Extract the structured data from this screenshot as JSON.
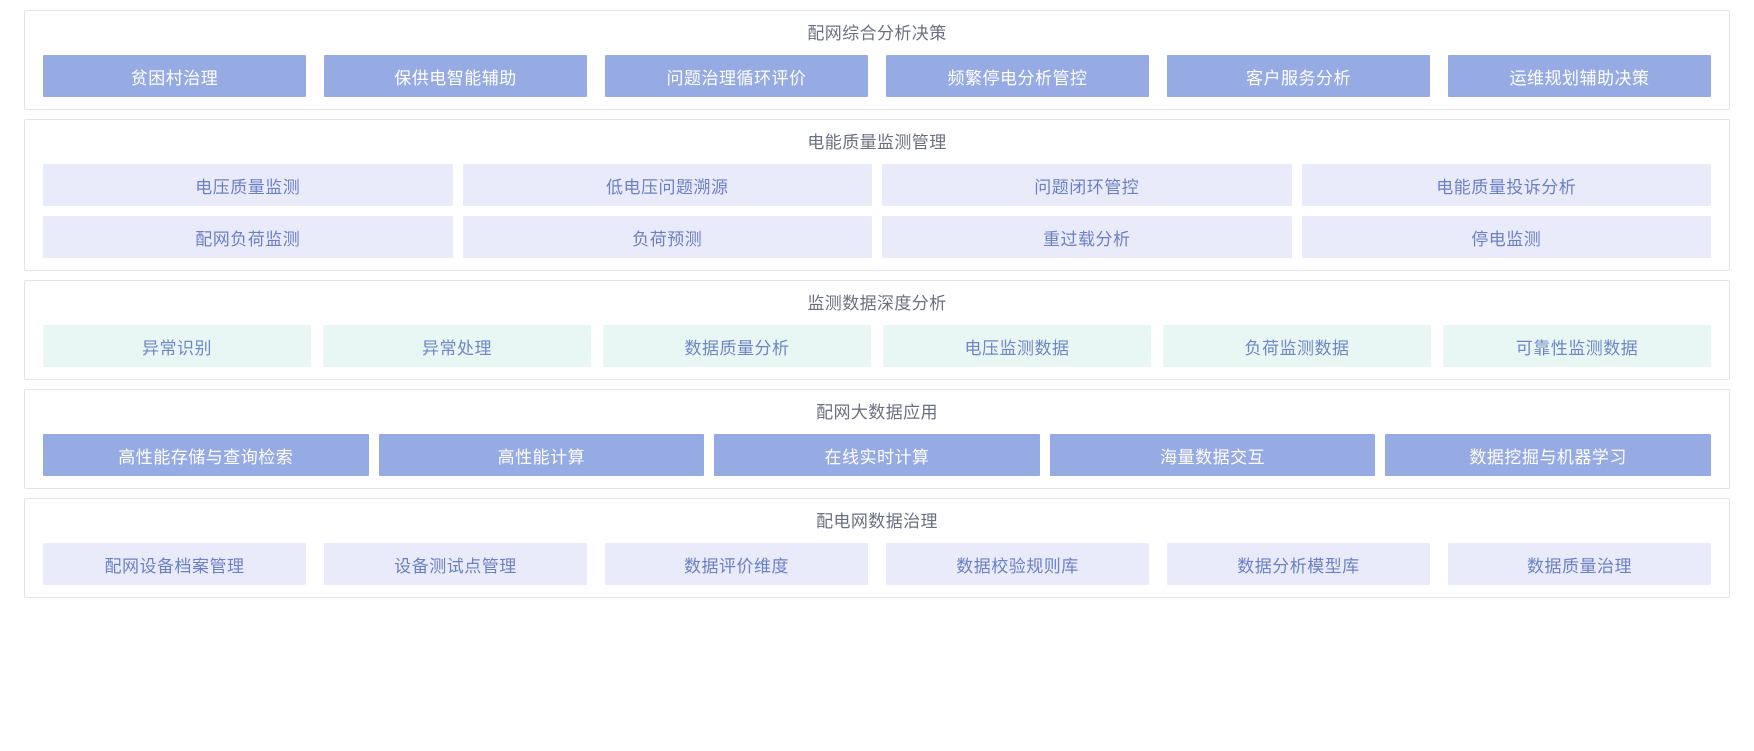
{
  "page": {
    "background": "#ffffff",
    "accent_solid": "#96aae4",
    "accent_lavender": "#e9ebfb",
    "accent_mint": "#e9f7f4",
    "text_on_solid": "#ffffff",
    "text_lavender": "#6b81c4",
    "text_mint": "#6f86c6",
    "title_color": "#6b7080",
    "card_border": "#e2e4e8"
  },
  "cards": [
    {
      "id": "decision",
      "title": "配网综合分析决策",
      "style": "solid",
      "rows": [
        [
          "贫困村治理",
          "保供电智能辅助",
          "问题治理循环评价",
          "频繁停电分析管控",
          "客户服务分析",
          "运维规划辅助决策"
        ]
      ]
    },
    {
      "id": "quality",
      "title": "电能质量监测管理",
      "style": "lavender",
      "rows": [
        [
          "电压质量监测",
          "低电压问题溯源",
          "问题闭环管控",
          "电能质量投诉分析"
        ],
        [
          "配网负荷监测",
          "负荷预测",
          "重过载分析",
          "停电监测"
        ]
      ]
    },
    {
      "id": "deep",
      "title": "监测数据深度分析",
      "style": "mint",
      "rows": [
        [
          "异常识别",
          "异常处理",
          "数据质量分析",
          "电压监测数据",
          "负荷监测数据",
          "可靠性监测数据"
        ]
      ]
    },
    {
      "id": "bigdata",
      "title": "配网大数据应用",
      "style": "solid",
      "rows": [
        [
          "高性能存储与查询检索",
          "高性能计算",
          "在线实时计算",
          "海量数据交互",
          "数据挖掘与机器学习"
        ]
      ]
    },
    {
      "id": "gov",
      "title": "配电网数据治理",
      "style": "lavender",
      "rows": [
        [
          "配网设备档案管理",
          "设备测试点管理",
          "数据评价维度",
          "数据校验规则库",
          "数据分析模型库",
          "数据质量治理"
        ]
      ]
    }
  ]
}
